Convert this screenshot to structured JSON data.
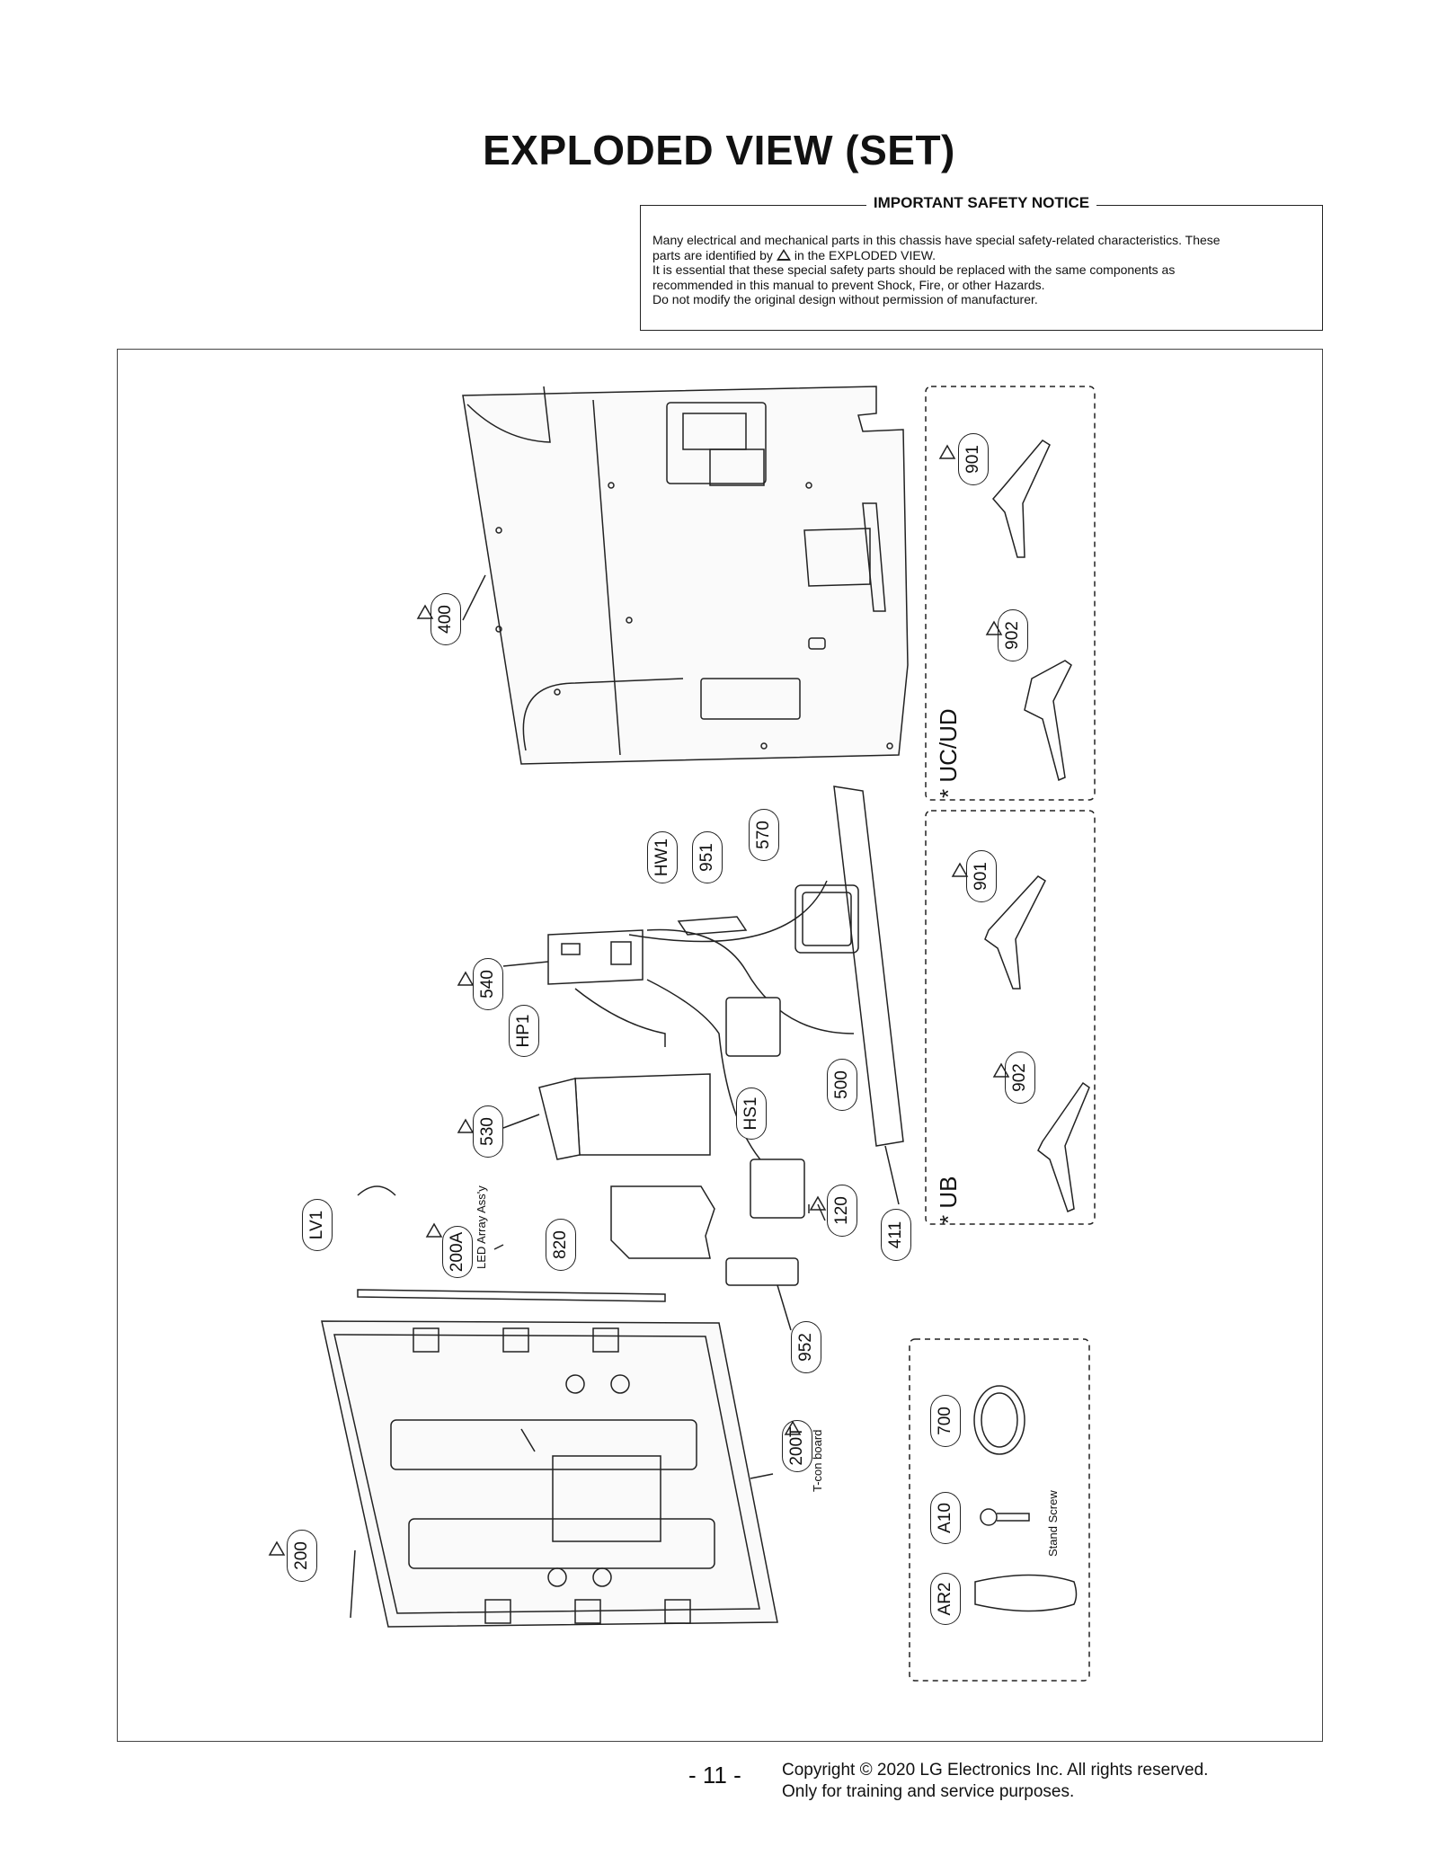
{
  "title": "EXPLODED VIEW (SET)",
  "notice": {
    "heading": "IMPORTANT SAFETY NOTICE",
    "line1": "Many electrical and mechanical parts in this chassis have special safety-related characteristics. These",
    "line2a": "parts are identified by",
    "line2b": "in the EXPLODED VIEW.",
    "line3": "It is essential that these special safety parts should be replaced with the same components as",
    "line4": "recommended in this manual to prevent Shock, Fire, or other Hazards.",
    "line5": "Do not modify the original design without permission of manufacturer."
  },
  "parts": {
    "p400": "400",
    "p901a": "901",
    "p902a": "902",
    "p901b": "901",
    "p902b": "902",
    "p570": "570",
    "p951": "951",
    "pHW1": "HW1",
    "p540": "540",
    "pHP1": "HP1",
    "p500": "500",
    "p530": "530",
    "pHS1": "HS1",
    "p120": "120",
    "p411": "411",
    "pLV1": "LV1",
    "p200A": "200A",
    "p820": "820",
    "p952": "952",
    "p200T": "200T",
    "p200": "200",
    "p700": "700",
    "pA10": "A10",
    "pAR2": "AR2"
  },
  "labels": {
    "led_array": "LED Array Ass'y",
    "tcon": "T-con board",
    "stand_screw": "Stand Screw",
    "group_ucud": "* UC/UD",
    "group_ub": "* UB"
  },
  "footer": {
    "page": "- 11 -",
    "copyright": "Copyright © 2020 LG Electronics Inc. All rights reserved.",
    "note": "Only for training and service purposes."
  }
}
